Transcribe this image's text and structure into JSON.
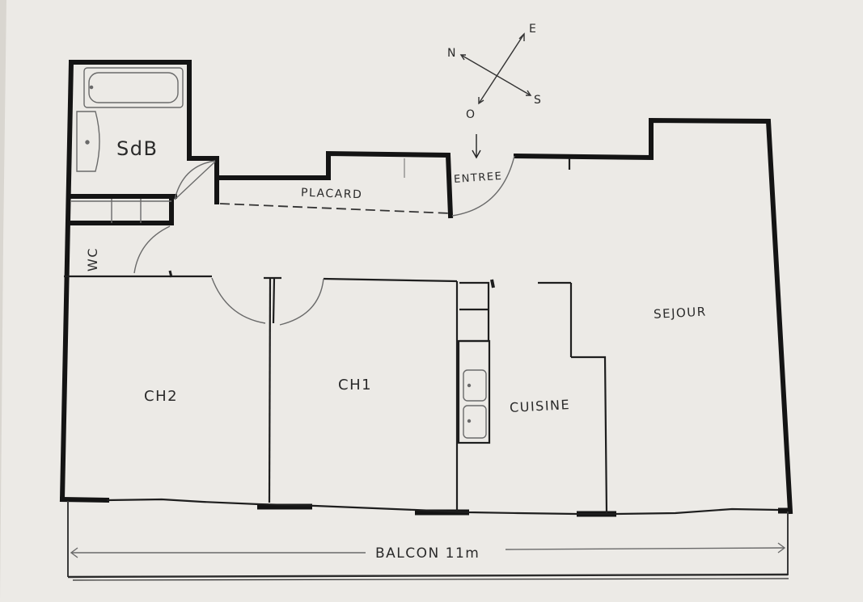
{
  "colors": {
    "paper": "#eceae6",
    "background": "#d9d6d0",
    "ink": "#141414",
    "pencil": "#6a6a6a",
    "text": "#2a2a2a"
  },
  "compass": {
    "north": "N",
    "east": "E",
    "south": "S",
    "west": "O"
  },
  "rooms": {
    "sdb": "SdB",
    "wc": "WC",
    "placard": "PLACARD",
    "entree": "ENTREE",
    "ch2": "CH2",
    "ch1": "CH1",
    "cuisine": "CUISINE",
    "sejour": "SEJOUR",
    "balcon": "BALCON  11m"
  }
}
